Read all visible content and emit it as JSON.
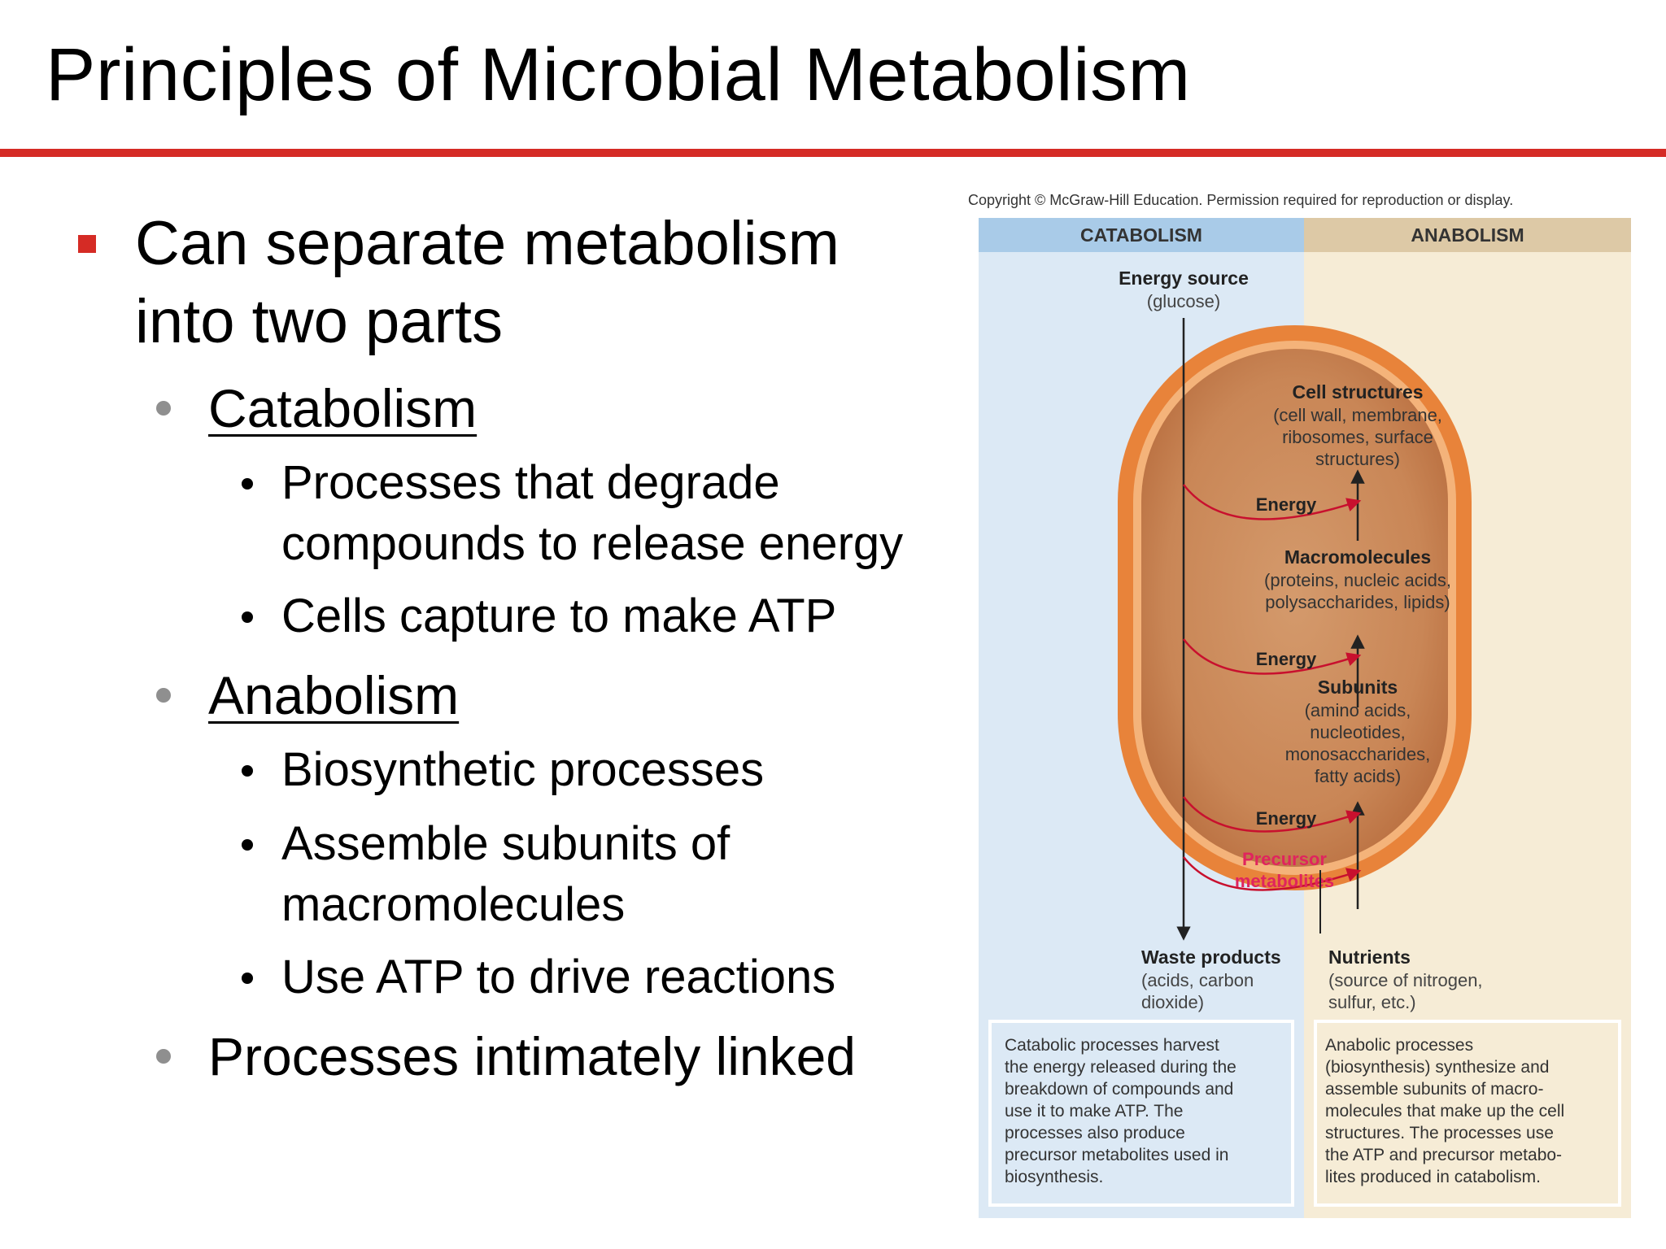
{
  "slide": {
    "title": "Principles of Microbial Metabolism"
  },
  "bullets": {
    "main": [
      "Can separate metabolism",
      "into two parts"
    ],
    "catabolism": {
      "heading": "Catabolism",
      "items": [
        [
          "Processes that degrade",
          "compounds to release energy"
        ],
        [
          "Cells capture to make ATP"
        ]
      ]
    },
    "anabolism": {
      "heading": "Anabolism",
      "items": [
        [
          "Biosynthetic processes"
        ],
        [
          "Assemble subunits of",
          "macromolecules"
        ],
        [
          "Use ATP to drive reactions"
        ]
      ]
    },
    "linked": "Processes intimately linked"
  },
  "figure": {
    "copyright": "Copyright © McGraw-Hill Education. Permission required for reproduction or display.",
    "catabolism_header": "CATABOLISM",
    "anabolism_header": "ANABOLISM",
    "energy_source": {
      "title": "Energy source",
      "detail": "(glucose)"
    },
    "cell_structures": {
      "title": "Cell structures",
      "detail": [
        "(cell wall, membrane,",
        "ribosomes, surface",
        "structures)"
      ]
    },
    "macromolecules": {
      "title": "Macromolecules",
      "detail": [
        "(proteins, nucleic acids,",
        "polysaccharides, lipids)"
      ]
    },
    "subunits": {
      "title": "Subunits",
      "detail": [
        "(amino acids,",
        "nucleotides,",
        "monosaccharides,",
        "fatty acids)"
      ]
    },
    "energy_label": "Energy",
    "precursor": [
      "Precursor",
      "metabolites"
    ],
    "waste": {
      "title": "Waste products",
      "detail": [
        "(acids, carbon",
        "dioxide)"
      ]
    },
    "nutrients": {
      "title": "Nutrients",
      "detail": [
        "(source of nitrogen,",
        "sulfur, etc.)"
      ]
    },
    "catabolic_caption": [
      "Catabolic processes harvest",
      "the energy released during the",
      "breakdown of compounds and",
      "use it to make ATP. The",
      "processes also produce",
      "precursor metabolites used in",
      "biosynthesis."
    ],
    "anabolic_caption": [
      "Anabolic processes",
      "(biosynthesis) synthesize and",
      "assemble subunits of macro-",
      "molecules that make up the cell",
      "structures. The processes use",
      "the ATP and precursor metabo-",
      "lites produced in catabolism."
    ],
    "colors": {
      "catabolism_bg": "#dce9f5",
      "catabolism_header": "#a9cbe8",
      "anabolism_bg": "#f6ecd6",
      "anabolism_header": "#ddc9a6",
      "cell_fill": "#cf8f5f",
      "cell_border": "#e8833a",
      "arrow_red": "#c8102e",
      "precursor_text": "#e0245e",
      "accent_red": "#d52b25"
    }
  }
}
